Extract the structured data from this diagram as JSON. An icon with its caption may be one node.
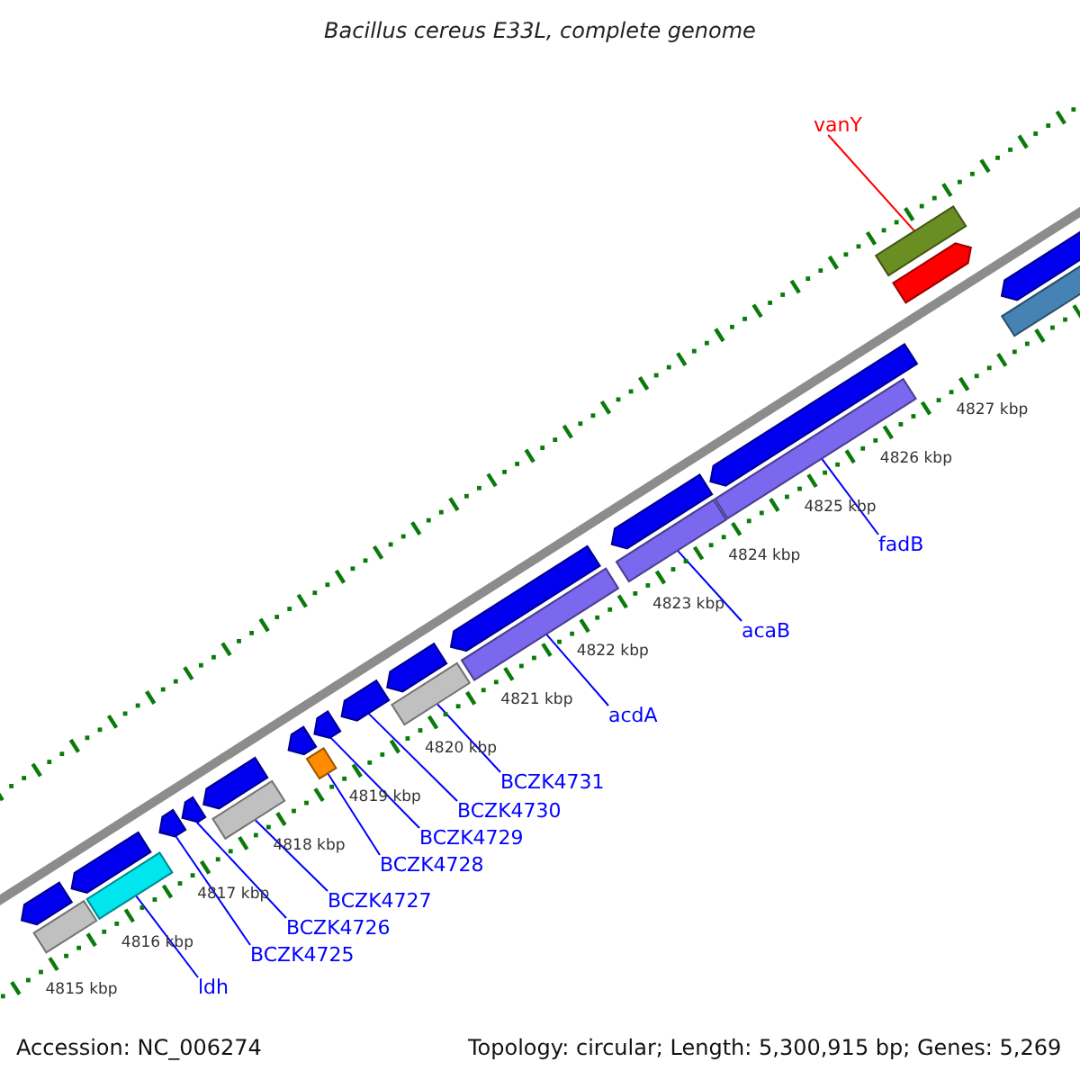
{
  "diagram": {
    "title": "Bacillus cereus E33L, complete genome",
    "nodes": [
      {
        "text": [
          "vanY"
        ]
      },
      {
        "text": [
          "fadB"
        ]
      },
      {
        "text": [
          "acaB"
        ]
      },
      {
        "text": [
          "acdA"
        ]
      },
      {
        "text": [
          "BCZK4731"
        ]
      },
      {
        "text": [
          "BCZK4730"
        ]
      },
      {
        "text": [
          "BCZK4729"
        ]
      },
      {
        "text": [
          "BCZK4728"
        ]
      },
      {
        "text": [
          "BCZK4727"
        ]
      },
      {
        "text": [
          "BCZK4726"
        ]
      },
      {
        "text": [
          "BCZK4725"
        ]
      },
      {
        "text": [
          "ldh"
        ]
      },
      {
        "text": [],
        "shape": "bar"
      },
      {
        "text": [],
        "shape": "bar"
      },
      {
        "text": [],
        "shape": "bar"
      },
      {
        "text": [],
        "shape": "bar"
      },
      {
        "text": [],
        "shape": "bar"
      },
      {
        "text": [],
        "shape": "arrow"
      },
      {
        "text": [],
        "shape": "arrow"
      },
      {
        "text": [],
        "shape": "bar"
      },
      {
        "text": [],
        "shape": "bar"
      },
      {
        "text": [],
        "shape": "arrow"
      },
      {
        "text": [],
        "shape": "arrow"
      },
      {
        "text": [],
        "shape": "bar"
      },
      {
        "text": [],
        "shape": "arrow"
      },
      {
        "text": [],
        "shape": "arrow"
      },
      {
        "text": [],
        "shape": "arrow"
      },
      {
        "text": [],
        "shape": "arrow"
      },
      {
        "text": [],
        "shape": "arrow"
      },
      {
        "text": [],
        "shape": "arrow"
      },
      {
        "text": [],
        "shape": "arrow"
      },
      {
        "text": [],
        "shape": "arrow"
      },
      {
        "text": [],
        "shape": "arrow"
      },
      {
        "text": [],
        "shape": "bar"
      },
      {
        "text": [],
        "shape": "bar"
      },
      {
        "text": [],
        "shape": "arrow"
      }
    ],
    "edges": [
      {
        "from": 0,
        "to": 12,
        "arrow": "none",
        "color": "#ff0000"
      },
      {
        "from": 1,
        "to": 13,
        "arrow": "none"
      },
      {
        "from": 2,
        "to": 14,
        "arrow": "none"
      },
      {
        "from": 3,
        "to": 15,
        "arrow": "none"
      },
      {
        "from": 4,
        "to": 16,
        "arrow": "none"
      },
      {
        "from": 5,
        "to": 17,
        "arrow": "none"
      },
      {
        "from": 6,
        "to": 18,
        "arrow": "none"
      },
      {
        "from": 7,
        "to": 19,
        "arrow": "none"
      },
      {
        "from": 8,
        "to": 20,
        "arrow": "none"
      },
      {
        "from": 9,
        "to": 21,
        "arrow": "none"
      },
      {
        "from": 10,
        "to": 22,
        "arrow": "none"
      },
      {
        "from": 11,
        "to": 23,
        "arrow": "none"
      }
    ],
    "labels": [
      "4815 kbp",
      "4816 kbp",
      "4817 kbp",
      "4818 kbp",
      "4819 kbp",
      "4820 kbp",
      "4821 kbp",
      "4822 kbp",
      "4823 kbp",
      "4824 kbp",
      "4825 kbp",
      "4826 kbp",
      "4827 kbp",
      "Accession: NC_006274",
      "Topology: circular; Length: 5,300,915 bp; Genes: 5,269"
    ]
  }
}
